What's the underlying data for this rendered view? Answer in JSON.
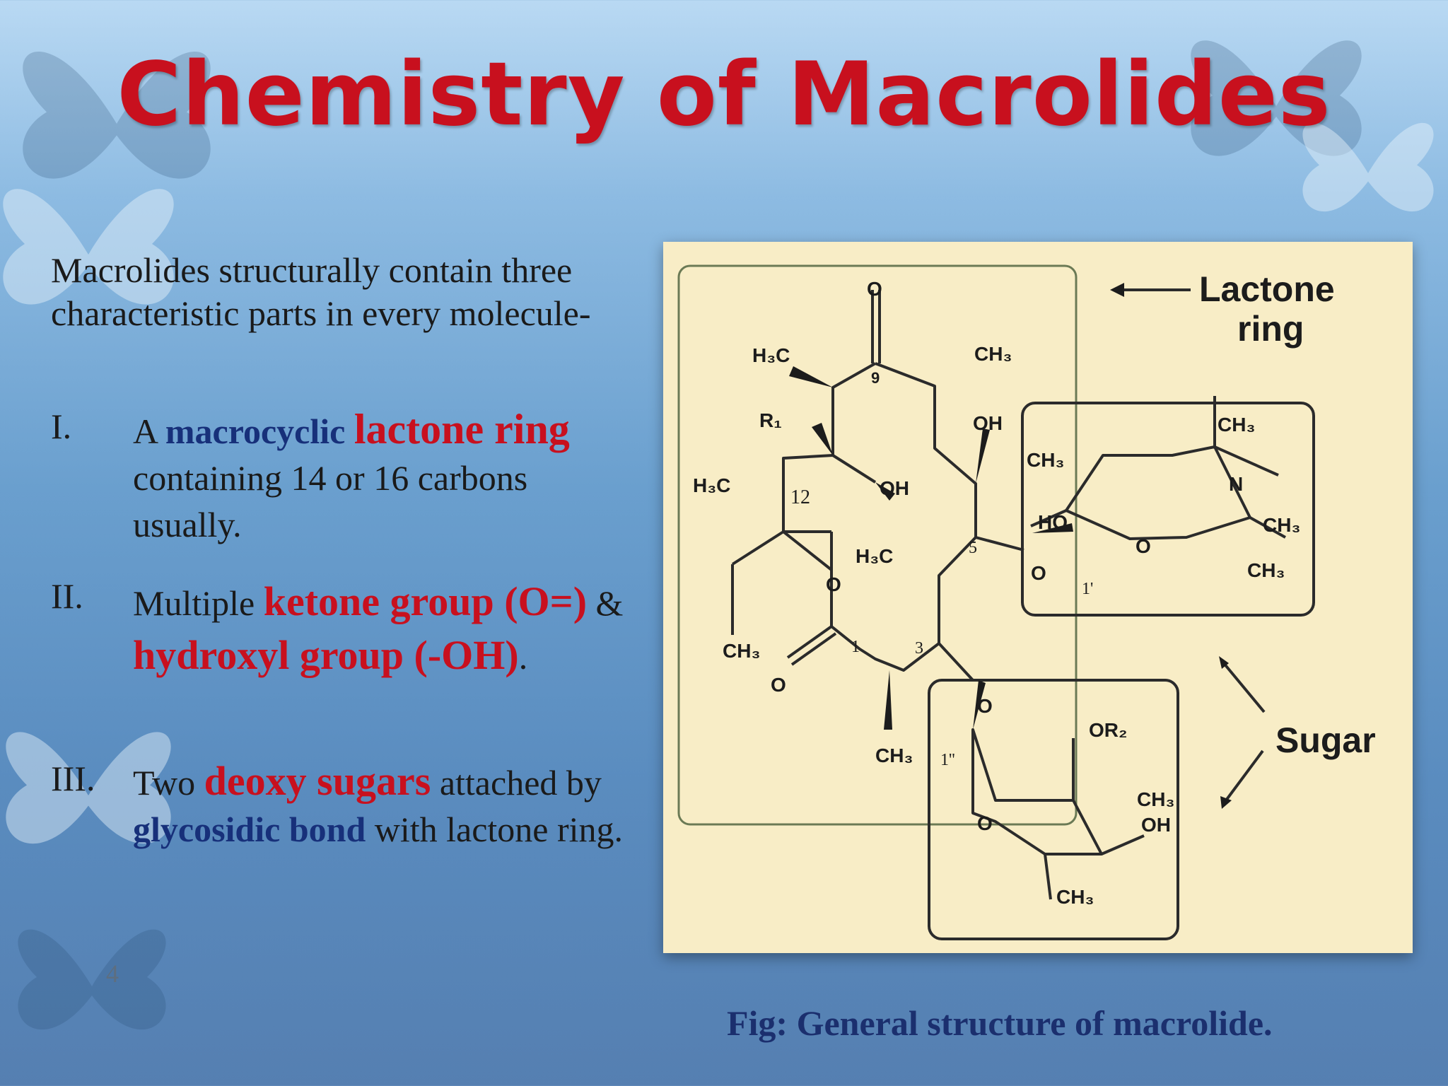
{
  "slide": {
    "title": "Chemistry of Macrolides",
    "intro": "Macrolides structurally contain three characteristic parts in every molecule-",
    "items": [
      {
        "num": "I.",
        "text_a": "A ",
        "blue_a": "macrocyclic ",
        "red_a": "lactone ring",
        "text_b": " containing 14 or 16 carbons usually."
      },
      {
        "num": "II.",
        "text_a": "Multiple ",
        "red_a": "ketone group (O=)",
        "text_b": " & ",
        "red_b": "hydroxyl group (-OH)",
        "text_c": "."
      },
      {
        "num": "III.",
        "text_a": "Two ",
        "red_a": "deoxy sugars",
        "text_b": " attached by ",
        "blue_a": "glycosidic bond",
        "text_c": " with lactone ring."
      }
    ],
    "slide_number": "4",
    "caption": "Fig: General structure of macrolide."
  },
  "figure": {
    "callouts": {
      "lactone_line1": "Lactone",
      "lactone_line2": "ring",
      "sugar": "Sugar"
    },
    "atoms": {
      "o_top": "O",
      "h3c_top": "H₃C",
      "ch3_top": "CH₃",
      "c9": "9",
      "r1": "R₁",
      "oh_mid": "OH",
      "oh_right": "OH",
      "ch3_c6": "CH₃",
      "h3c_12": "H₃C",
      "c12": "12",
      "ch3_n": "CH₃",
      "n": "N",
      "ho": "HO",
      "ch3_n2": "CH₃",
      "h3c_mid": "H₃C",
      "c5": "5",
      "o_link1": "O",
      "o_ring1": "O",
      "ch3_ring1": "CH₃",
      "c1p": "1'",
      "o_lactone": "O",
      "c1": "1",
      "c3": "3",
      "ch3_ethyl": "CH₃",
      "o_carbonyl": "O",
      "o_link2": "O",
      "or2": "OR₂",
      "ch3_c2": "CH₃",
      "c1pp": "1''",
      "ch3_sugar2": "CH₃",
      "o_ring2": "O",
      "oh_sugar2": "OH",
      "ch3_bottom": "CH₃"
    }
  }
}
